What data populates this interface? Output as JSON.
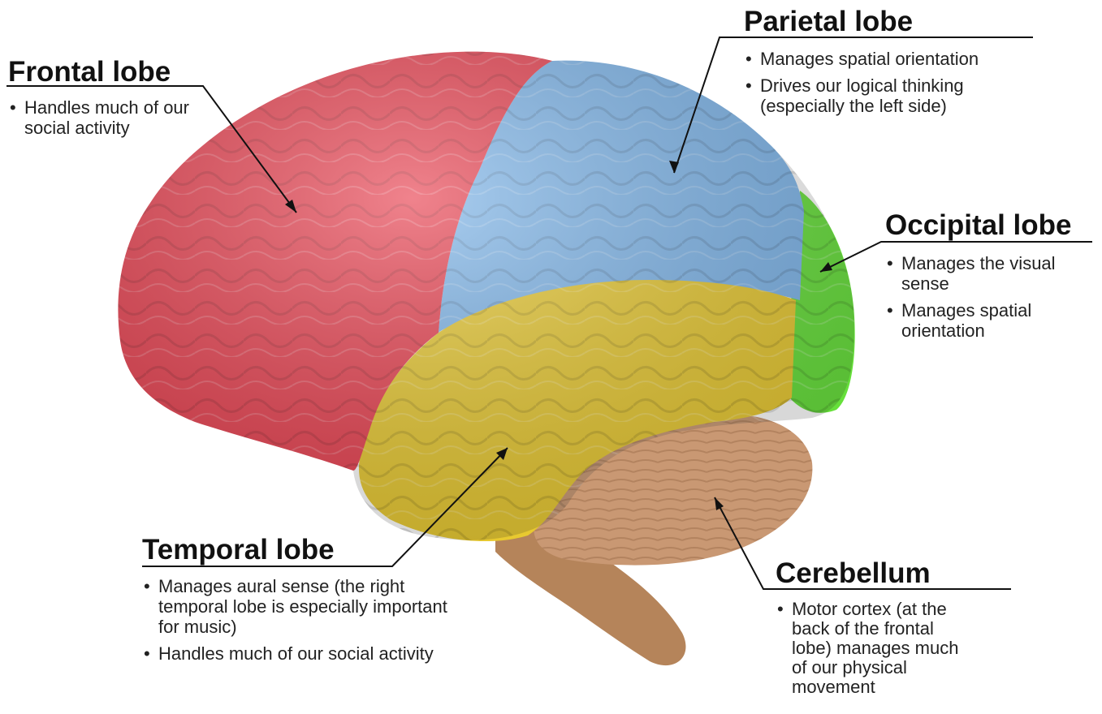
{
  "colors": {
    "frontal": "#e8404f",
    "parietal": "#7db5ea",
    "occipital": "#66e03a",
    "temporal": "#e8c930",
    "cerebellum": "#c99873",
    "stem": "#b5845a",
    "leader": "#111111"
  },
  "lobes": {
    "frontal": {
      "title": "Frontal lobe",
      "points": [
        "Handles much of our social activity"
      ]
    },
    "parietal": {
      "title": "Parietal lobe",
      "points": [
        "Manages spatial orientation",
        "Drives our logical thinking (especially the left side)"
      ]
    },
    "occipital": {
      "title": "Occipital lobe",
      "points": [
        "Manages the visual sense",
        "Manages spatial orientation"
      ]
    },
    "temporal": {
      "title": "Temporal lobe",
      "points": [
        "Manages aural sense (the right temporal lobe is especially important for music)",
        "Handles much of our social activity"
      ]
    },
    "cerebellum": {
      "title": "Cerebellum",
      "points": [
        "Motor cortex (at the back of the frontal lobe) manages much of our physical movement"
      ]
    }
  }
}
